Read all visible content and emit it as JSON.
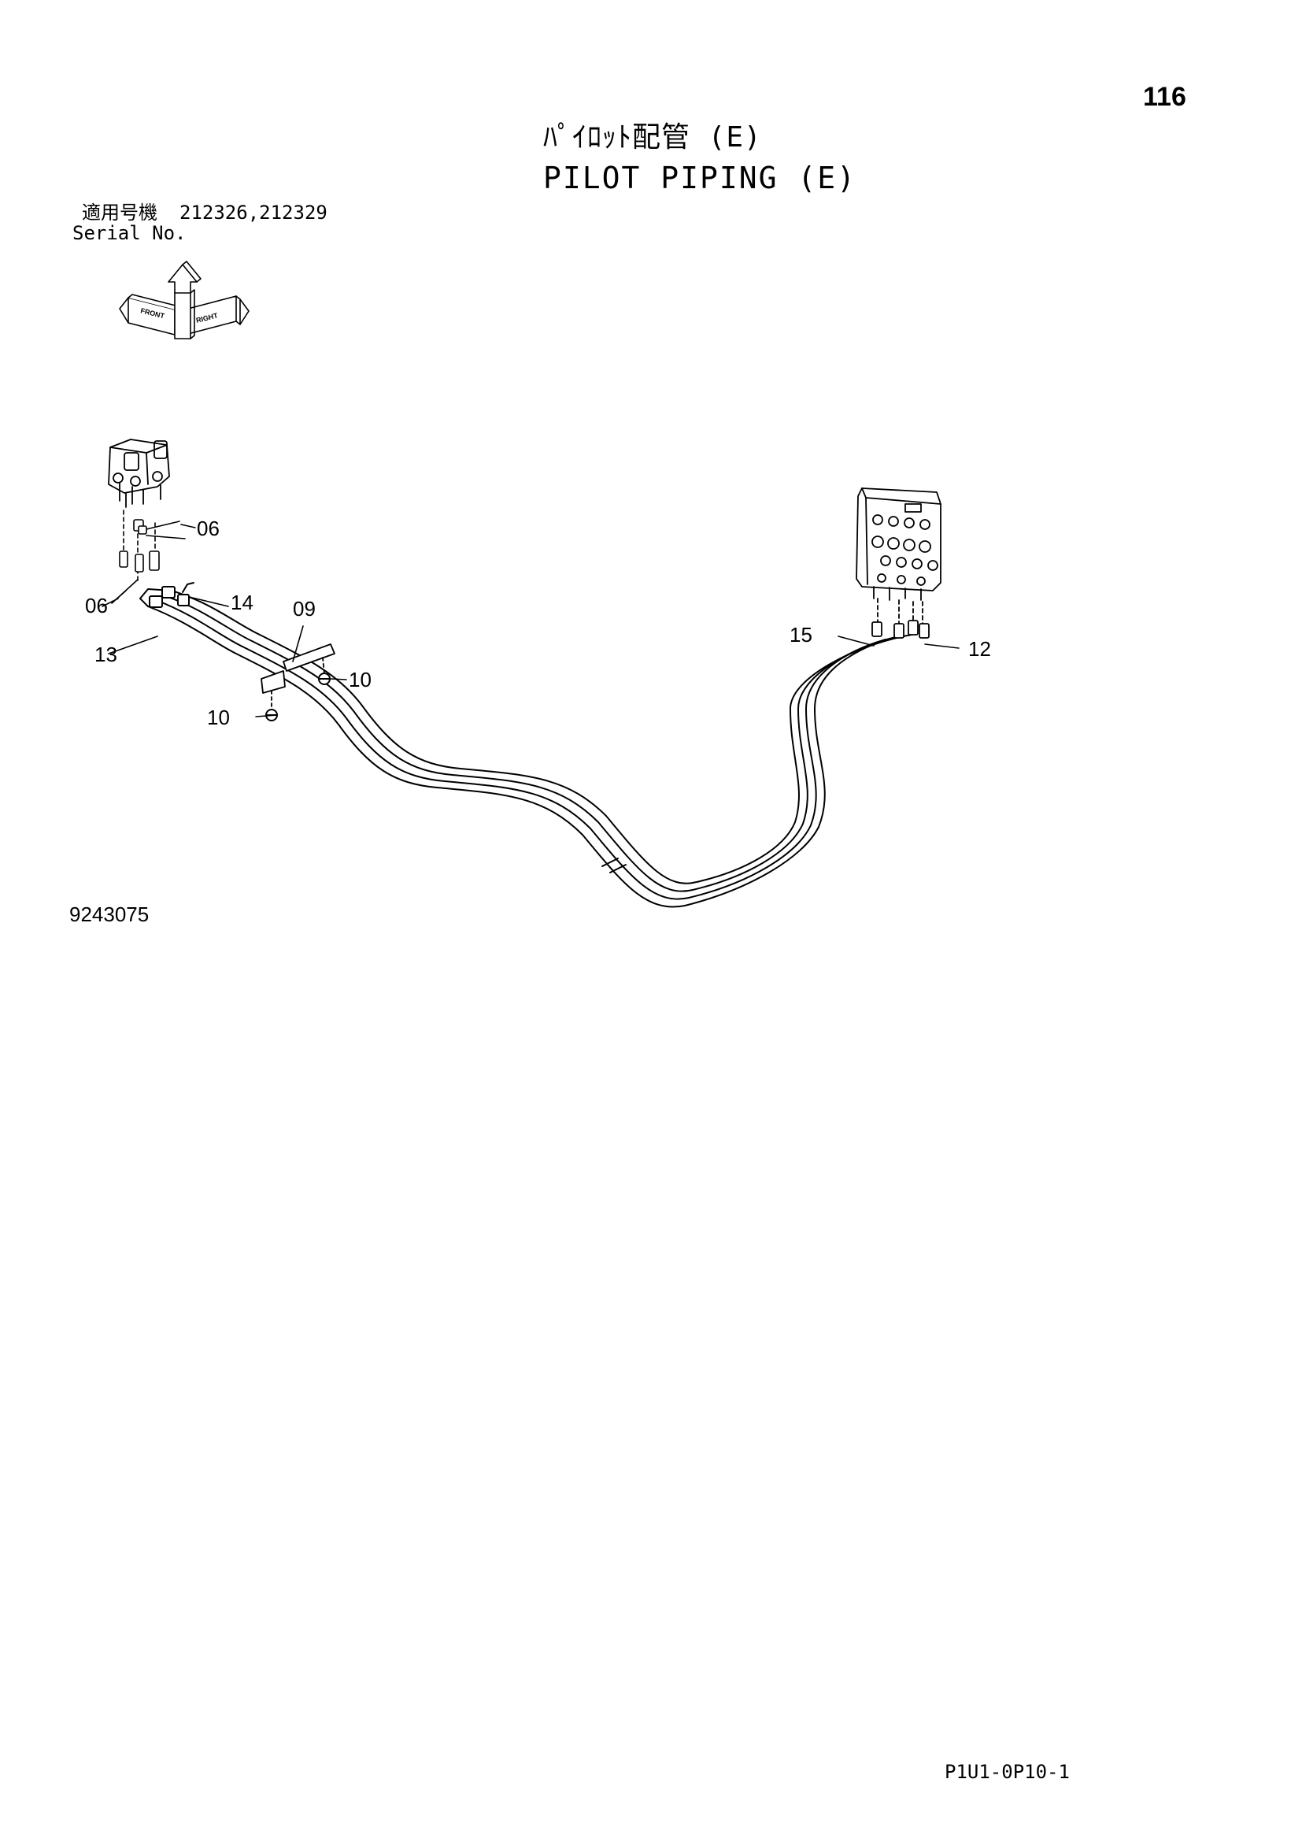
{
  "header": {
    "page_number": "116",
    "title_jp": "ﾊﾟｲﾛｯﾄ配管 (E)",
    "title_en": "PILOT PIPING (E)"
  },
  "serial": {
    "label_jp": "適用号機",
    "numbers": "212326,212329",
    "label_en": "Serial No."
  },
  "compass": {
    "front": "FRONT",
    "right": "RIGHT"
  },
  "callouts": {
    "c06a": "06",
    "c06b": "06",
    "c14": "14",
    "c09": "09",
    "c13": "13",
    "c10a": "10",
    "c10b": "10",
    "c15": "15",
    "c12": "12"
  },
  "footer": {
    "drawing_number": "9243075",
    "doc_code": "P1U1-0P10-1"
  }
}
